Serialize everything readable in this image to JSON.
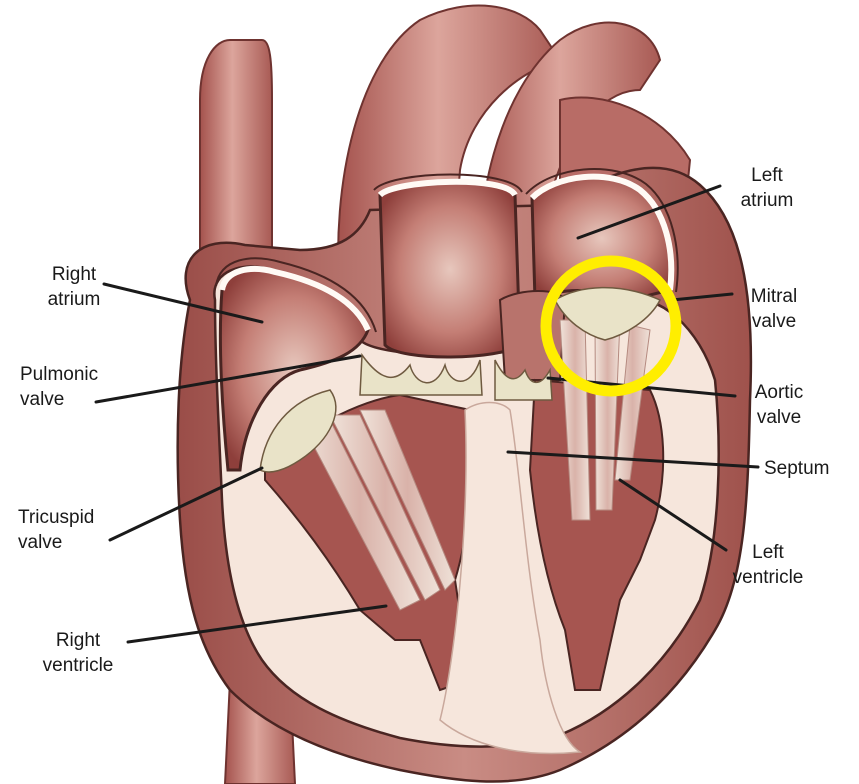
{
  "labels": {
    "right_atrium": {
      "line1": "Right",
      "line2": "atrium"
    },
    "pulmonic_valve": {
      "line1": "Pulmonic",
      "line2": "valve"
    },
    "tricuspid_valve": {
      "line1": "Tricuspid",
      "line2": "valve"
    },
    "right_ventricle": {
      "line1": "Right",
      "line2": "ventricle"
    },
    "left_atrium": {
      "line1": "Left",
      "line2": "atrium"
    },
    "mitral_valve": {
      "line1": "Mitral",
      "line2": "valve"
    },
    "aortic_valve": {
      "line1": "Aortic",
      "line2": "valve"
    },
    "septum": {
      "line1": "Septum"
    },
    "left_ventricle": {
      "line1": "Left",
      "line2": "ventricle"
    }
  },
  "highlight": {
    "target": "mitral valve",
    "color": "#ffee00"
  },
  "colors": {
    "muscle": "#b96a63",
    "muscle_dark": "#8c3d3a",
    "chamber_light": "#f6e6dc",
    "wall_outline": "#4a2522",
    "valve": "#e9e3c8",
    "leader": "#1a1a1a"
  }
}
